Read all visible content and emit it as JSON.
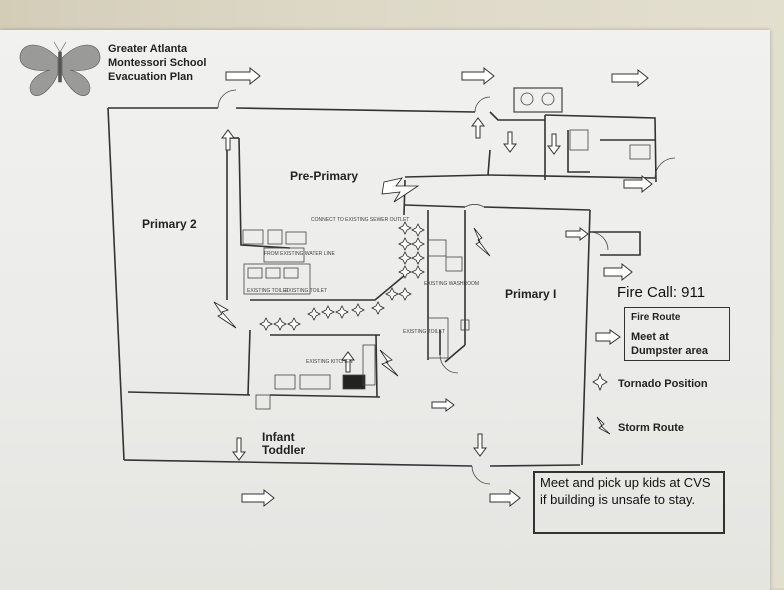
{
  "header": {
    "line1": "Greater Atlanta",
    "line2": "Montessori School",
    "line3": "Evacuation Plan"
  },
  "rooms": {
    "pre_primary": "Pre-Primary",
    "primary_2": "Primary 2",
    "primary_1": "Primary I",
    "infant": "Infant",
    "toddler": "Toddler"
  },
  "fire_call": "Fire Call: 911",
  "legend": {
    "fire_route": "Fire Route",
    "meet_line1": "Meet at",
    "meet_line2": "Dumpster area",
    "tornado": "Tornado Position",
    "storm": "Storm Route"
  },
  "notice": "Meet and pick up kids at CVS if building is unsafe to stay.",
  "fine_print": {
    "sewer": "CONNECT TO EXISTING SEWER OUTLET",
    "water": "FROM EXISTING WATER LINE",
    "toilet_a": "EXISTING TOILET",
    "toilet_b": "EXISTING TOILET",
    "kitchen": "EXISTING KITCHEN",
    "washroom": "EXISTING WASHROOM",
    "toilet_c": "EXISTING TOILET"
  }
}
